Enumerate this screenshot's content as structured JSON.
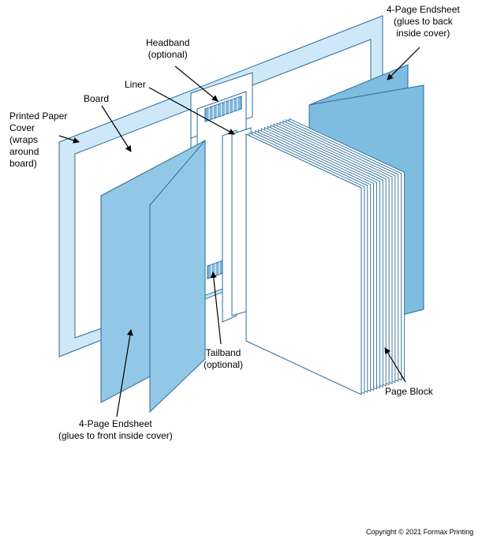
{
  "colors": {
    "outline": "#2b6c9a",
    "cover_fill": "#cfe8f7",
    "endsheet_fill": "#92c8e6",
    "back_endsheet_fill": "#7dbde0",
    "paper": "#ffffff",
    "band": "#7fb7d9",
    "text": "#000000"
  },
  "labels": {
    "headband": [
      "Headband",
      "(optional)"
    ],
    "liner": "Liner",
    "board": "Board",
    "cover": [
      "Printed Paper",
      "Cover",
      "(wraps",
      "around",
      "board)"
    ],
    "back_endsheet": [
      "4-Page Endsheet",
      "(glues to back",
      "inside cover)"
    ],
    "tailband": [
      "Tailband",
      "(optional)"
    ],
    "page_block": "Page Block",
    "front_endsheet": [
      "4-Page Endsheet",
      "(glues to front inside cover)"
    ]
  },
  "copyright": "Copyright © 2021 Formax Printing"
}
